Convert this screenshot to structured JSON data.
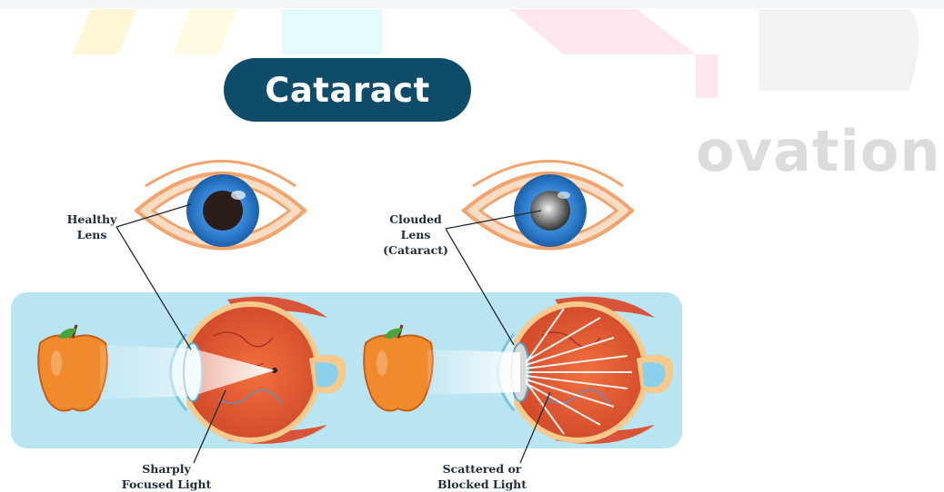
{
  "title": "Cataract",
  "watermark_text": "ovation",
  "labels": {
    "healthy_lens": "Healthy\nLens",
    "clouded_lens": "Clouded\nLens\n(Cataract)",
    "sharply_focused": "Sharply\nFocused Light",
    "scattered_blocked": "Scattered or\nBlocked Light"
  },
  "colors": {
    "title_bg": "#0f4c6a",
    "panel_bg": "#b9e4f2",
    "iris": "#2f7fd0",
    "eyeball": "#e8643a",
    "muscle": "#d9553a",
    "apple": "#f08a2c"
  }
}
